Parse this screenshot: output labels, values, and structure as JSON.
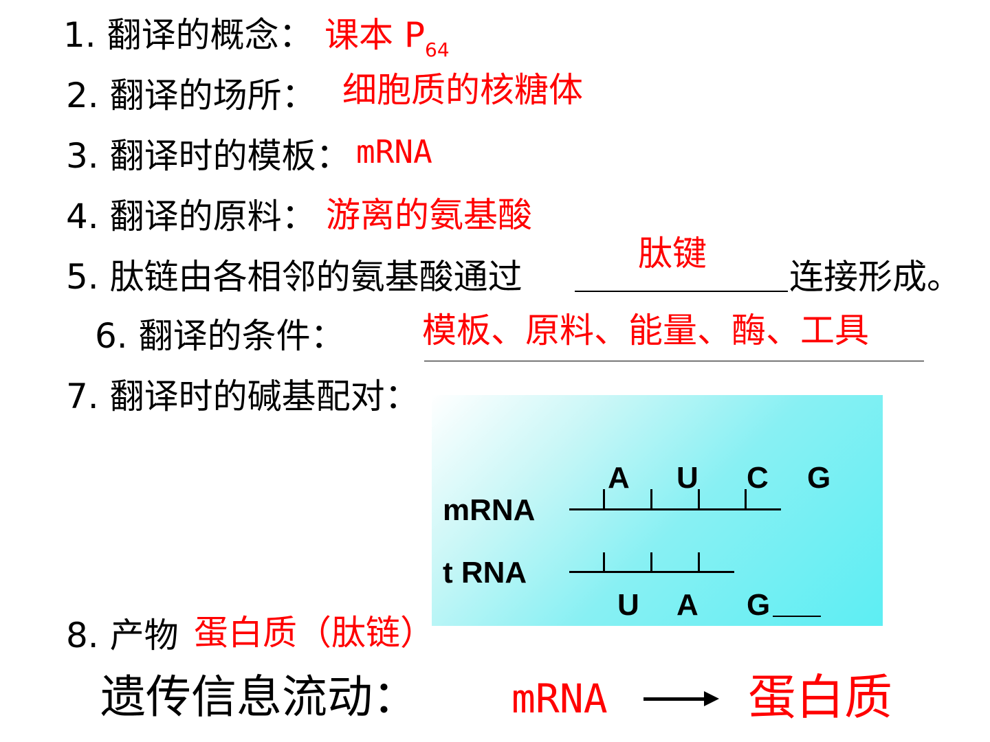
{
  "items": [
    {
      "label": "1. 翻译的概念：",
      "answer": "课本 P",
      "answer_sub": "64"
    },
    {
      "label": "2. 翻译的场所：",
      "answer": "细胞质的核糖体"
    },
    {
      "label": "3. 翻译时的模板：",
      "answer": "mRNA"
    },
    {
      "label": "4. 翻译的原料：",
      "answer": "游离的氨基酸"
    },
    {
      "label_before": "5. 肽链由各相邻的氨基酸通过",
      "answer": "肽键",
      "label_after": "连接形成。"
    },
    {
      "label": "6. 翻译的条件：",
      "answer": "模板、原料、能量、酶、工具"
    },
    {
      "label": "7. 翻译时的碱基配对："
    },
    {
      "label": "8. 产物",
      "answer": "蛋白质（肽链）"
    }
  ],
  "diagram": {
    "mrna_label": "mRNA",
    "trna_label": "t RNA",
    "mrna_bases": [
      "A",
      "U",
      "C",
      "G"
    ],
    "trna_bases": [
      "U",
      "A",
      "G"
    ]
  },
  "flow": {
    "label": "遗传信息流动：",
    "source": "mRNA",
    "target": "蛋白质"
  }
}
